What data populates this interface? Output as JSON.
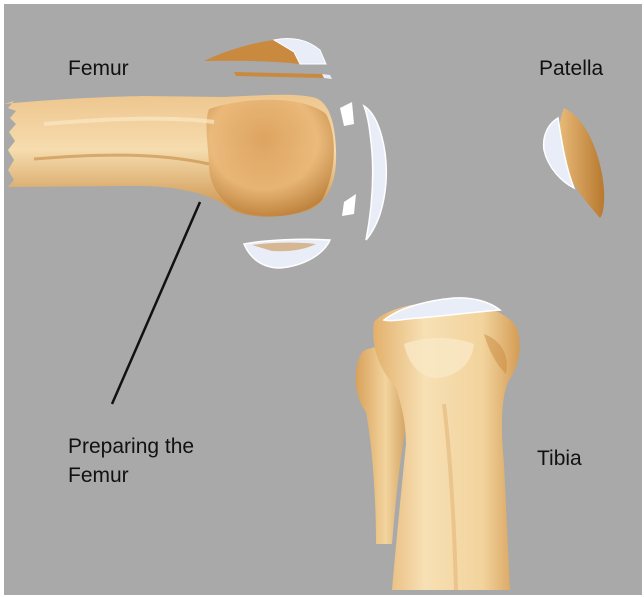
{
  "labels": {
    "femur": "Femur",
    "patella": "Patella",
    "tibia": "Tibia",
    "preparing_line1": "Preparing the",
    "preparing_line2": "Femur"
  },
  "colors": {
    "background": "#a9a9a9",
    "bone_light": "#f3d3a0",
    "bone_mid": "#e2ad66",
    "bone_dark": "#b87b34",
    "cartilage": "#e9edf7",
    "outline": "#ffffff",
    "leader_line": "#111111",
    "text": "#111111"
  }
}
